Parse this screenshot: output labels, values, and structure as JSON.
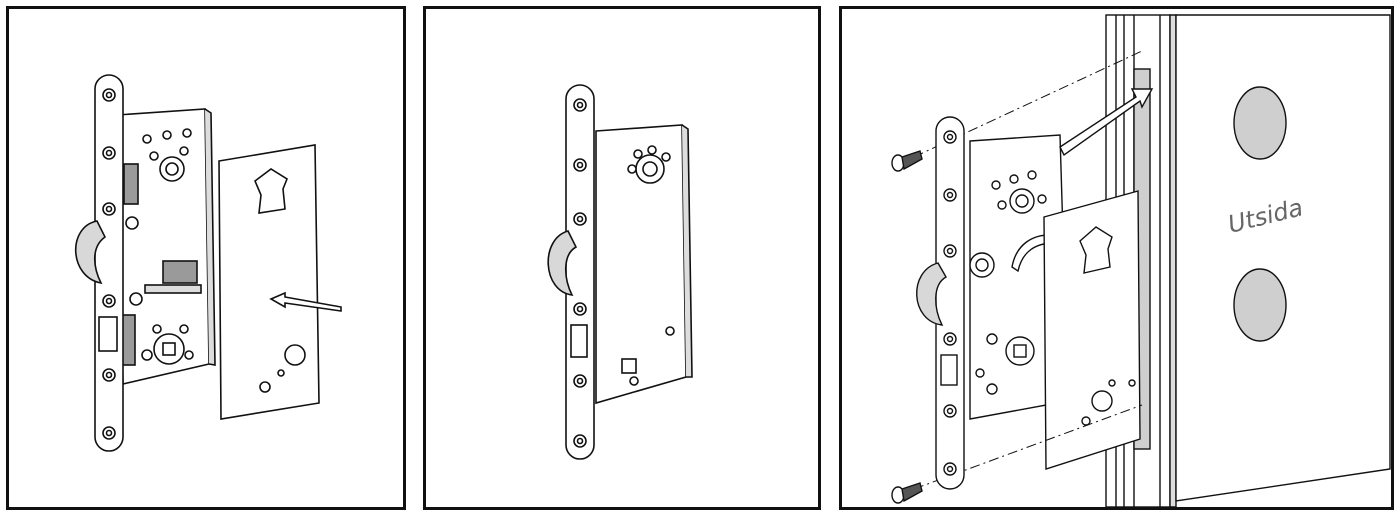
{
  "panels": [
    {
      "id": "panel-1",
      "step": 1
    },
    {
      "id": "panel-2",
      "step": 2
    },
    {
      "id": "panel-3",
      "step": 3
    }
  ],
  "door_label": "Utsida",
  "colors": {
    "stroke": "#111111",
    "fill": "#ffffff",
    "shade": "#9a9a9a",
    "light": "#d8d8d8",
    "frame_shade": "#cfcfcf"
  },
  "icons": [
    "lock-body",
    "cover-plate",
    "insertion-arrow",
    "screw-icon",
    "rotate-arrow",
    "door-frame",
    "handle-hole"
  ]
}
